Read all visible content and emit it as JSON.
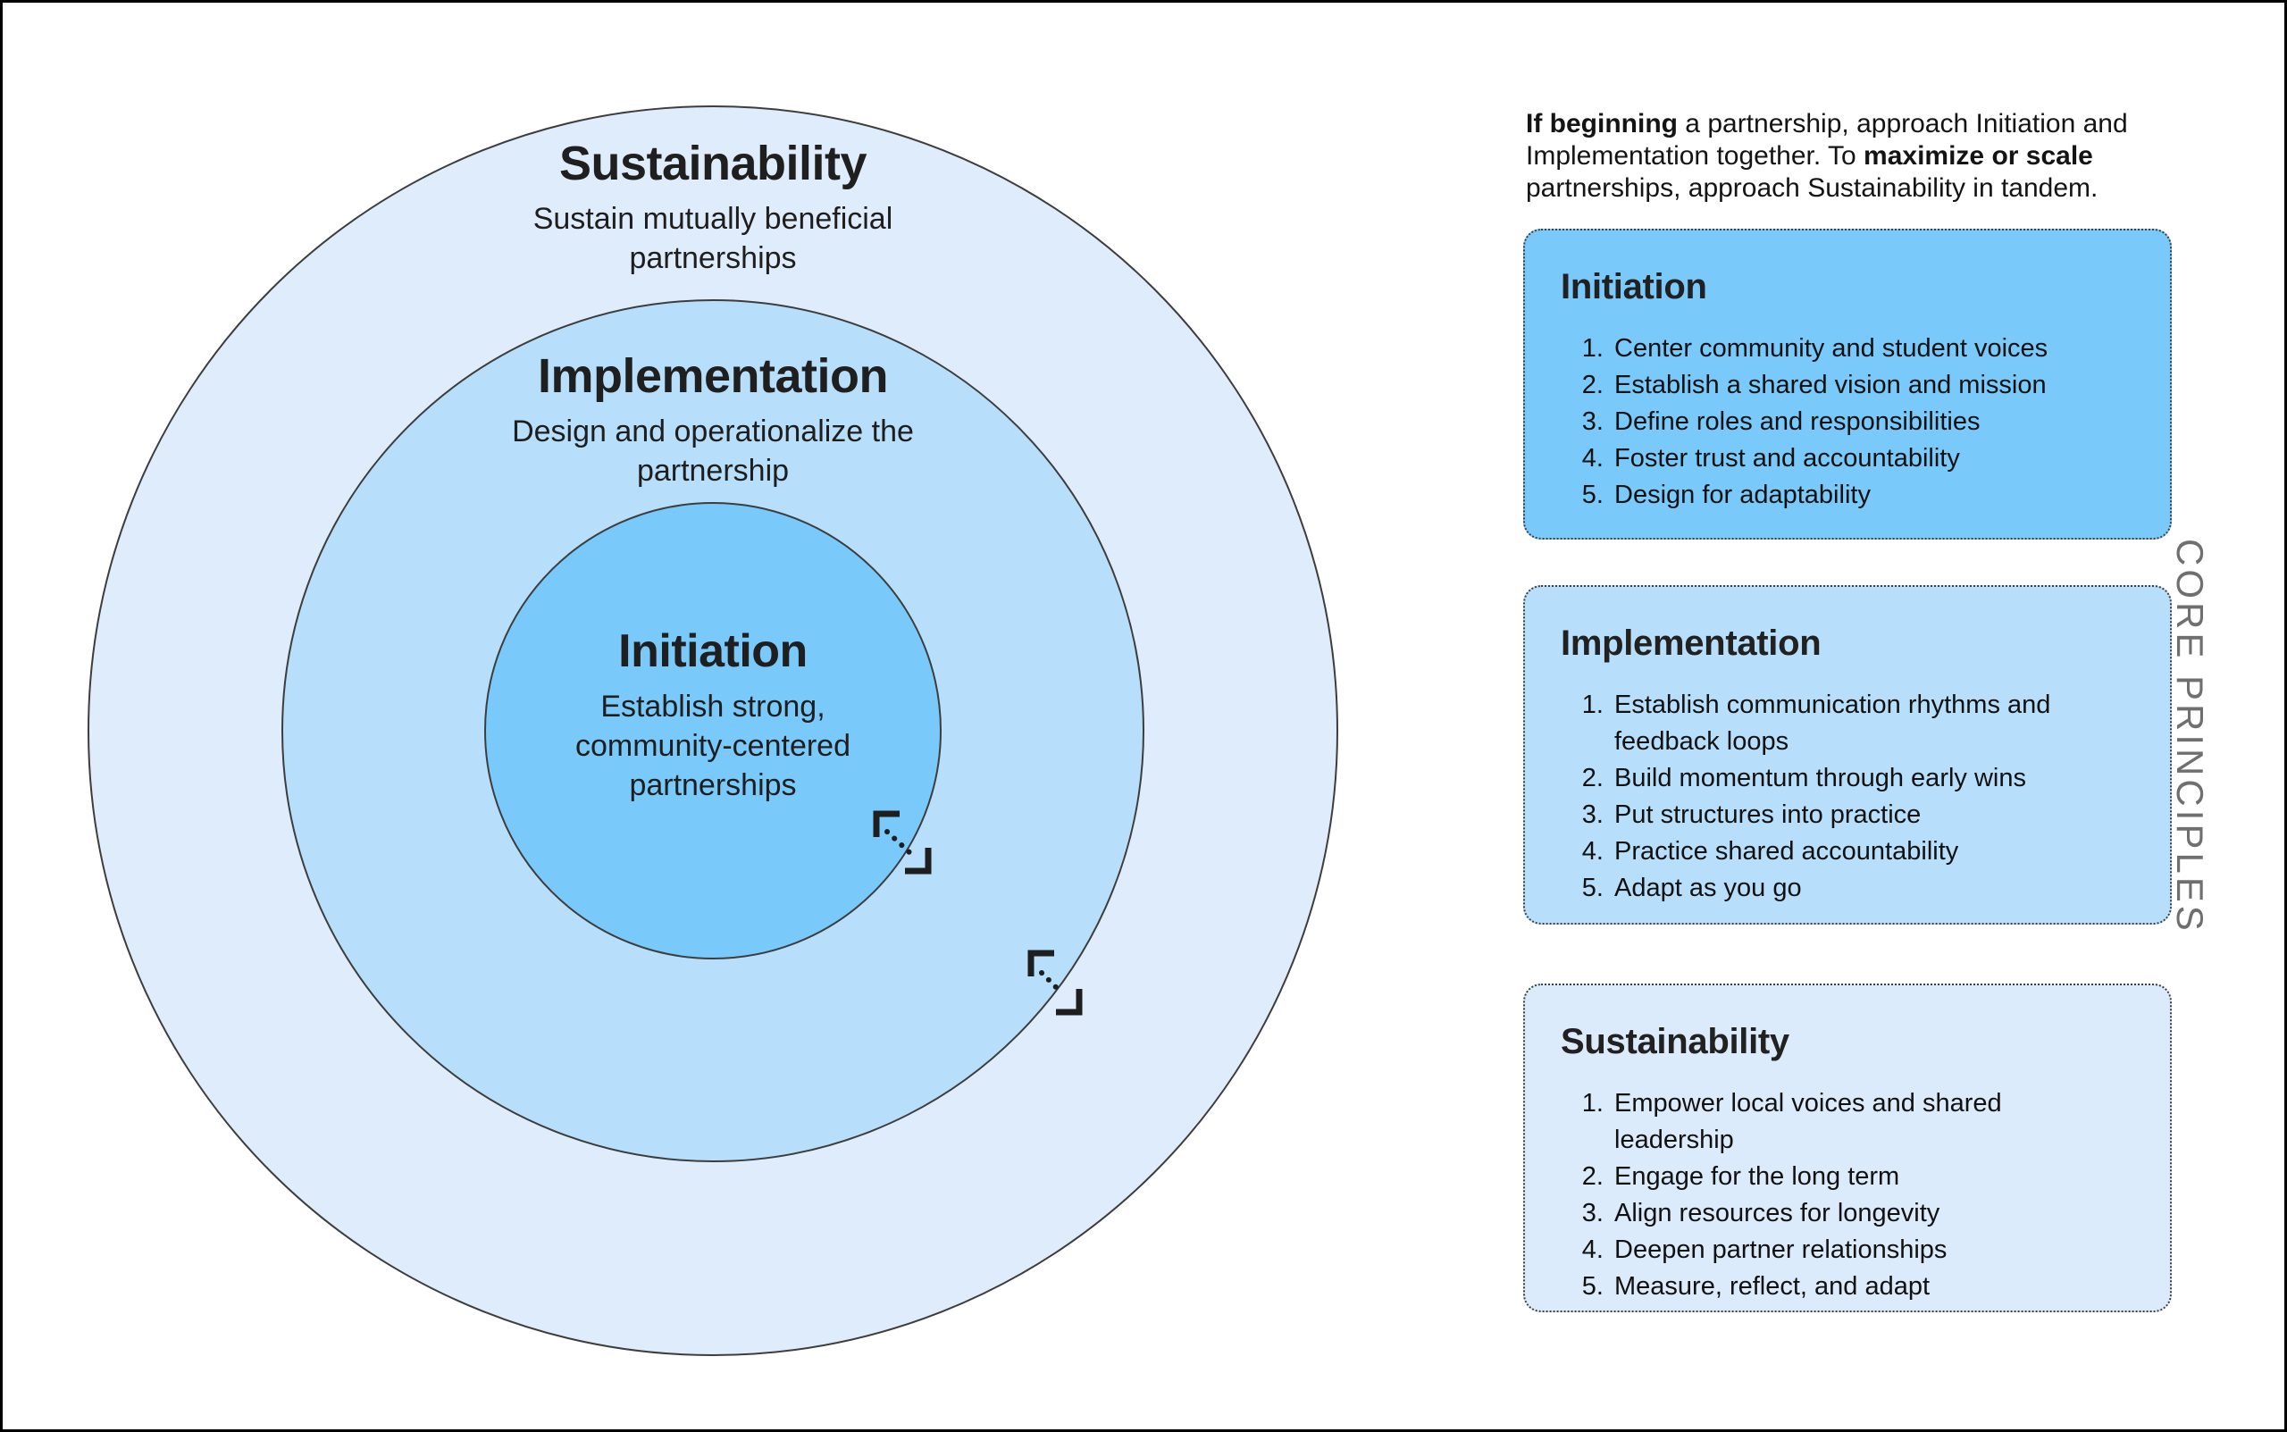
{
  "canvas": {
    "background": "#ffffff",
    "border_color": "#000000"
  },
  "intro": {
    "part1_bold": "If beginning",
    "part2": " a partnership, approach Initiation and Implementation together. To ",
    "part3_bold": "maximize or scale",
    "part4": " partnerships, approach Sustainability in tandem."
  },
  "rings": [
    {
      "title": "Sustainability",
      "subtitle_lines": [
        "Sustain mutually beneficial",
        "partnerships"
      ],
      "fill": "#DFECFB"
    },
    {
      "title": "Implementation",
      "subtitle_lines": [
        "Design and operationalize the",
        "partnership"
      ],
      "fill": "#B7DFFB"
    },
    {
      "title": "Initiation",
      "subtitle_lines": [
        "Establish strong,",
        "community-centered",
        "partnerships"
      ],
      "fill": "#79C9FB"
    }
  ],
  "boxes": [
    {
      "title": "Initiation",
      "fill": "#79C9FB",
      "items": [
        "Center community and student voices",
        "Establish a shared vision and mission",
        "Define roles and responsibilities",
        "Foster trust and accountability",
        "Design for adaptability"
      ]
    },
    {
      "title": "Implementation",
      "fill": "#B7DFFB",
      "items": [
        "Establish communication rhythms and feedback loops",
        "Build momentum through early wins",
        "Put structures into practice",
        "Practice shared accountability",
        "Adapt as you go"
      ]
    },
    {
      "title": "Sustainability",
      "fill": "#DCEBFC",
      "items": [
        "Empower local voices and shared leadership",
        "Engage for the long term",
        "Align resources for longevity",
        "Deepen partner relationships",
        "Measure, reflect, and adapt"
      ]
    }
  ],
  "side_label": "CORE PRINCIPLES",
  "icons": {
    "boundary_arrow": "diagonal-double-arrow",
    "stroke_color": "#1e1e1e"
  }
}
